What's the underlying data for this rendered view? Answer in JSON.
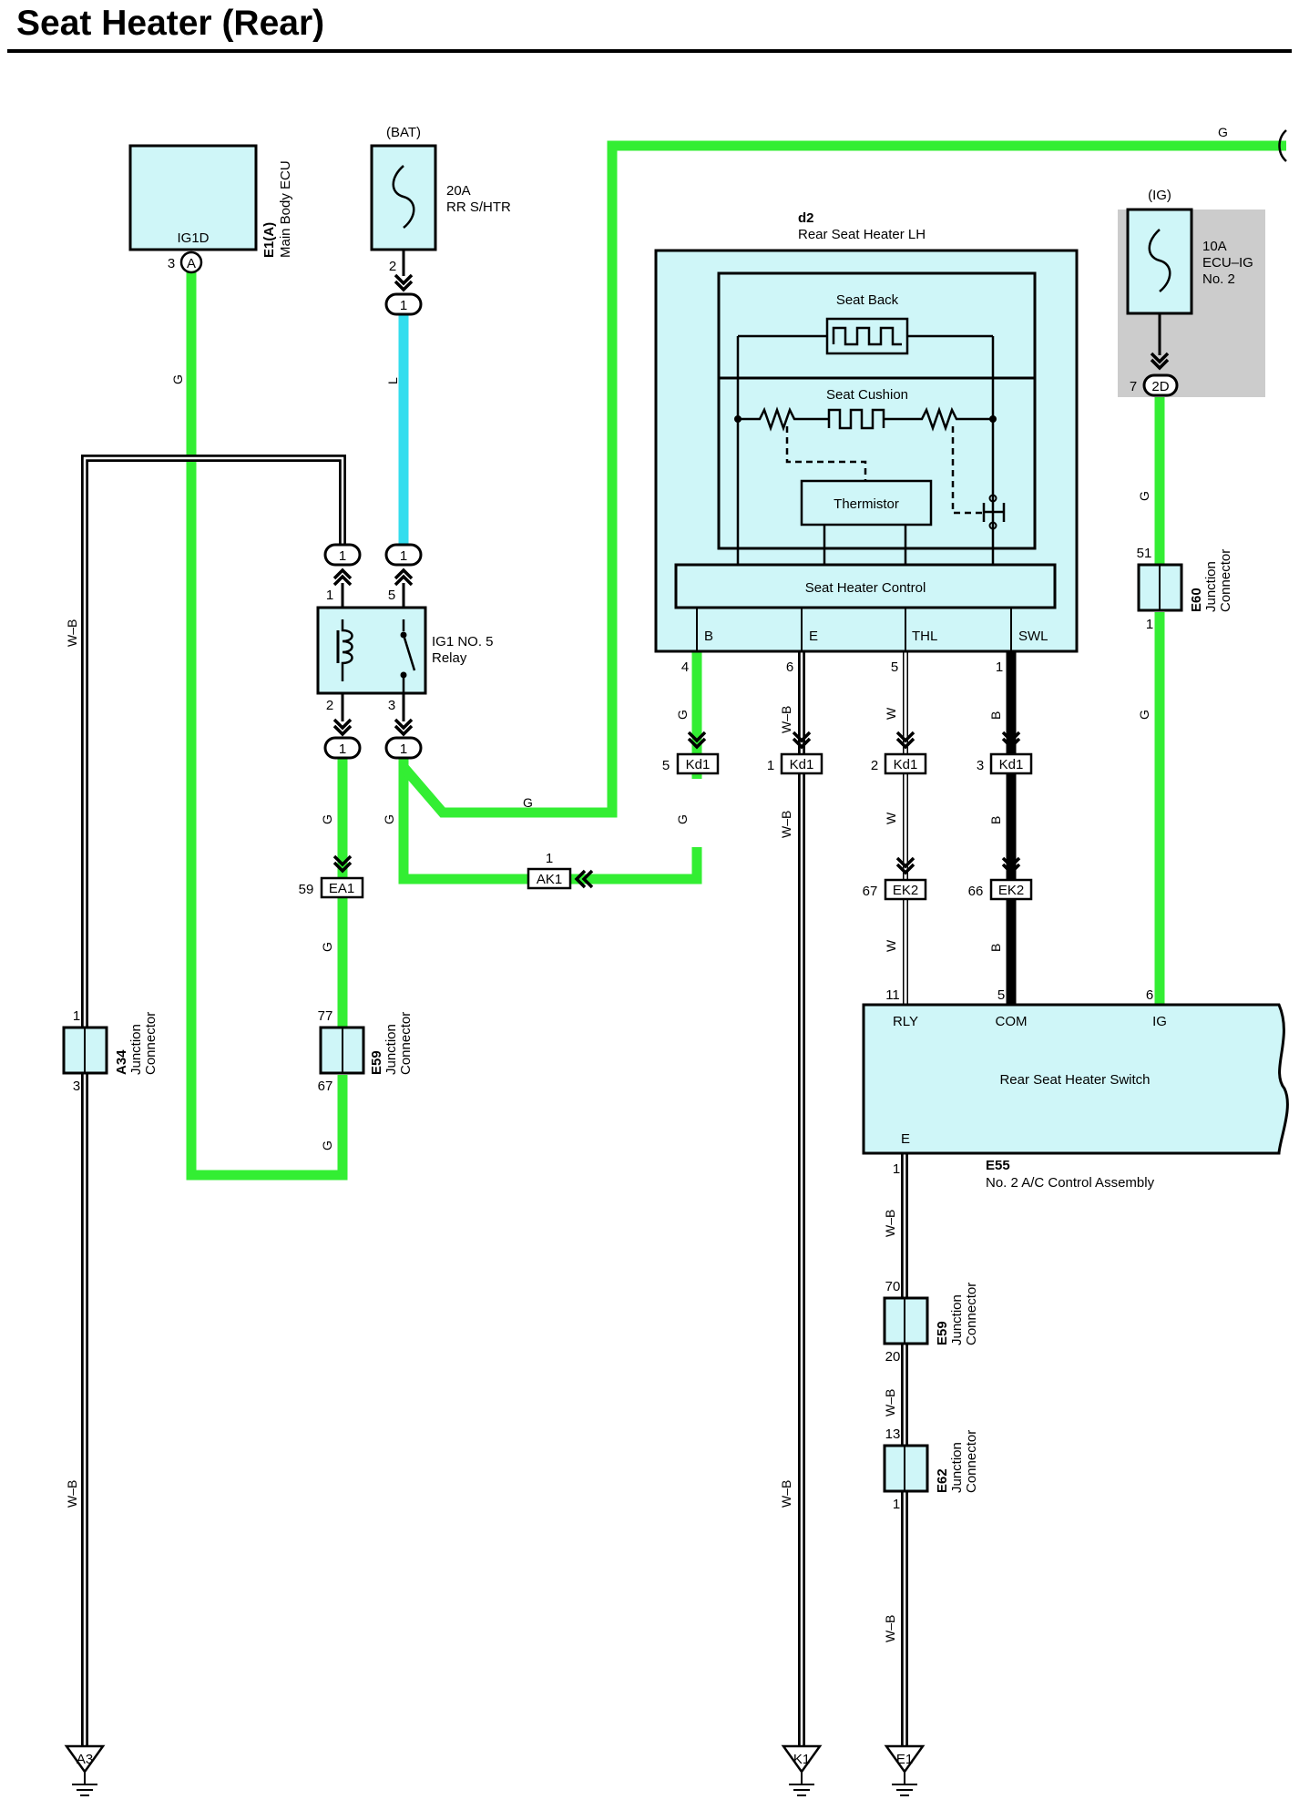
{
  "title": "Seat Heater (Rear)",
  "colors": {
    "green": "#33ee33",
    "blue": "#33ddee",
    "component_fill": "#cff6f8",
    "shade": "#cccccc",
    "black": "#000000"
  },
  "wire_colors": {
    "G": "G",
    "L": "L",
    "WB": "W–B",
    "W": "W",
    "B": "B"
  },
  "components": {
    "ecu": {
      "id": "E1(A)",
      "name": "Main Body ECU",
      "terminal": "IG1D",
      "pin": "3",
      "connector": "A"
    },
    "fuse_rr": {
      "source": "(BAT)",
      "rating": "20A",
      "name": "RR S/HTR",
      "pin": "2"
    },
    "fuse_ig": {
      "source": "(IG)",
      "rating": "10A",
      "name_1": "ECU–IG",
      "name_2": "No. 2",
      "pin": "7",
      "connector": "2D"
    },
    "relay": {
      "name_1": "IG1 NO. 5",
      "name_2": "Relay",
      "pin_1": "1",
      "pin_2": "2",
      "pin_3": "3",
      "pin_5": "5",
      "connector": "1"
    },
    "heater": {
      "id": "d2",
      "name": "Rear Seat Heater LH",
      "seat_back": "Seat Back",
      "seat_cushion": "Seat Cushion",
      "thermistor": "Thermistor",
      "control": "Seat Heater Control",
      "terminals": [
        {
          "name": "B",
          "pin": "4"
        },
        {
          "name": "E",
          "pin": "6"
        },
        {
          "name": "THL",
          "pin": "5"
        },
        {
          "name": "SWL",
          "pin": "1"
        }
      ]
    },
    "kd1": {
      "label": "Kd1",
      "pins": [
        "5",
        "1",
        "2",
        "3"
      ]
    },
    "ak1": {
      "label": "AK1",
      "pin": "1"
    },
    "ea1": {
      "label": "EA1",
      "pin": "59"
    },
    "ek2": {
      "label": "EK2",
      "pins": [
        "67",
        "66"
      ]
    },
    "a34": {
      "id": "A34",
      "name_1": "Junction",
      "name_2": "Connector",
      "pin_top": "1",
      "pin_bottom": "3"
    },
    "e59_left": {
      "id": "E59",
      "name_1": "Junction",
      "name_2": "Connector",
      "pin_top": "77",
      "pin_bottom": "67"
    },
    "e60": {
      "id": "E60",
      "name_1": "Junction",
      "name_2": "Connector",
      "pin_top": "51",
      "pin_bottom": "1"
    },
    "e59_right": {
      "id": "E59",
      "name_1": "Junction",
      "name_2": "Connector",
      "pin_top": "70",
      "pin_bottom": "20"
    },
    "e62": {
      "id": "E62",
      "name_1": "Junction",
      "name_2": "Connector",
      "pin_top": "13",
      "pin_bottom": "1"
    },
    "switch": {
      "id": "E55",
      "name": "Rear Seat Heater Switch",
      "assembly": "No. 2 A/C Control Assembly",
      "terminals": [
        {
          "name": "RLY",
          "pin": "11"
        },
        {
          "name": "COM",
          "pin": "5"
        },
        {
          "name": "IG",
          "pin": "6"
        },
        {
          "name": "E",
          "pin": "1"
        }
      ]
    },
    "grounds": [
      "A3",
      "K1",
      "E1"
    ]
  }
}
